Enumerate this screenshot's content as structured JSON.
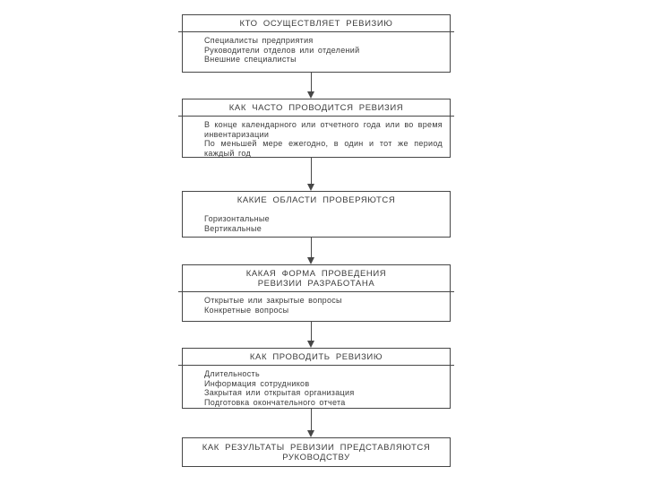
{
  "colors": {
    "ink": "#3c3c3c",
    "line": "#474747",
    "background": "#ffffff"
  },
  "flowchart": {
    "boxes": [
      {
        "id": "who-performs-audit",
        "title_lines": [
          "КТО ОСУЩЕСТВЛЯЕТ РЕВИЗИЮ"
        ],
        "separator": true,
        "items": [
          "Специалисты предприятия",
          "Руководители отделов или отделений",
          "Внешние специалисты"
        ]
      },
      {
        "id": "how-often-audit",
        "title_lines": [
          "КАК ЧАСТО ПРОВОДИТСЯ РЕВИЗИЯ"
        ],
        "separator": true,
        "items": [
          "В конце календарного или отчетного года или во время инвентаризации",
          "По меньшей мере ежегодно, в один и тот же период каждый год"
        ]
      },
      {
        "id": "which-areas-checked",
        "title_lines": [
          "КАКИЕ ОБЛАСТИ ПРОВЕРЯЮТСЯ"
        ],
        "separator": false,
        "items": [
          "Горизонтальные",
          "Вертикальные"
        ]
      },
      {
        "id": "which-form-developed",
        "title_lines": [
          "КАКАЯ ФОРМА ПРОВЕДЕНИЯ",
          "РЕВИЗИИ РАЗРАБОТАНА"
        ],
        "separator": true,
        "items": [
          "Открытые или закрытые вопросы",
          "Конкретные вопросы"
        ]
      },
      {
        "id": "how-to-conduct-audit",
        "title_lines": [
          "КАК ПРОВОДИТЬ РЕВИЗИЮ"
        ],
        "separator": true,
        "items": [
          "Длительность",
          "Информация сотрудников",
          "Закрытая или открытая организация",
          "Подготовка окончательного отчета"
        ]
      },
      {
        "id": "how-results-presented",
        "title_lines": [
          "КАК РЕЗУЛЬТАТЫ РЕВИЗИИ ПРЕДСТАВЛЯЮТСЯ",
          "РУКОВОДСТВУ"
        ],
        "separator": false,
        "items": []
      }
    ]
  }
}
